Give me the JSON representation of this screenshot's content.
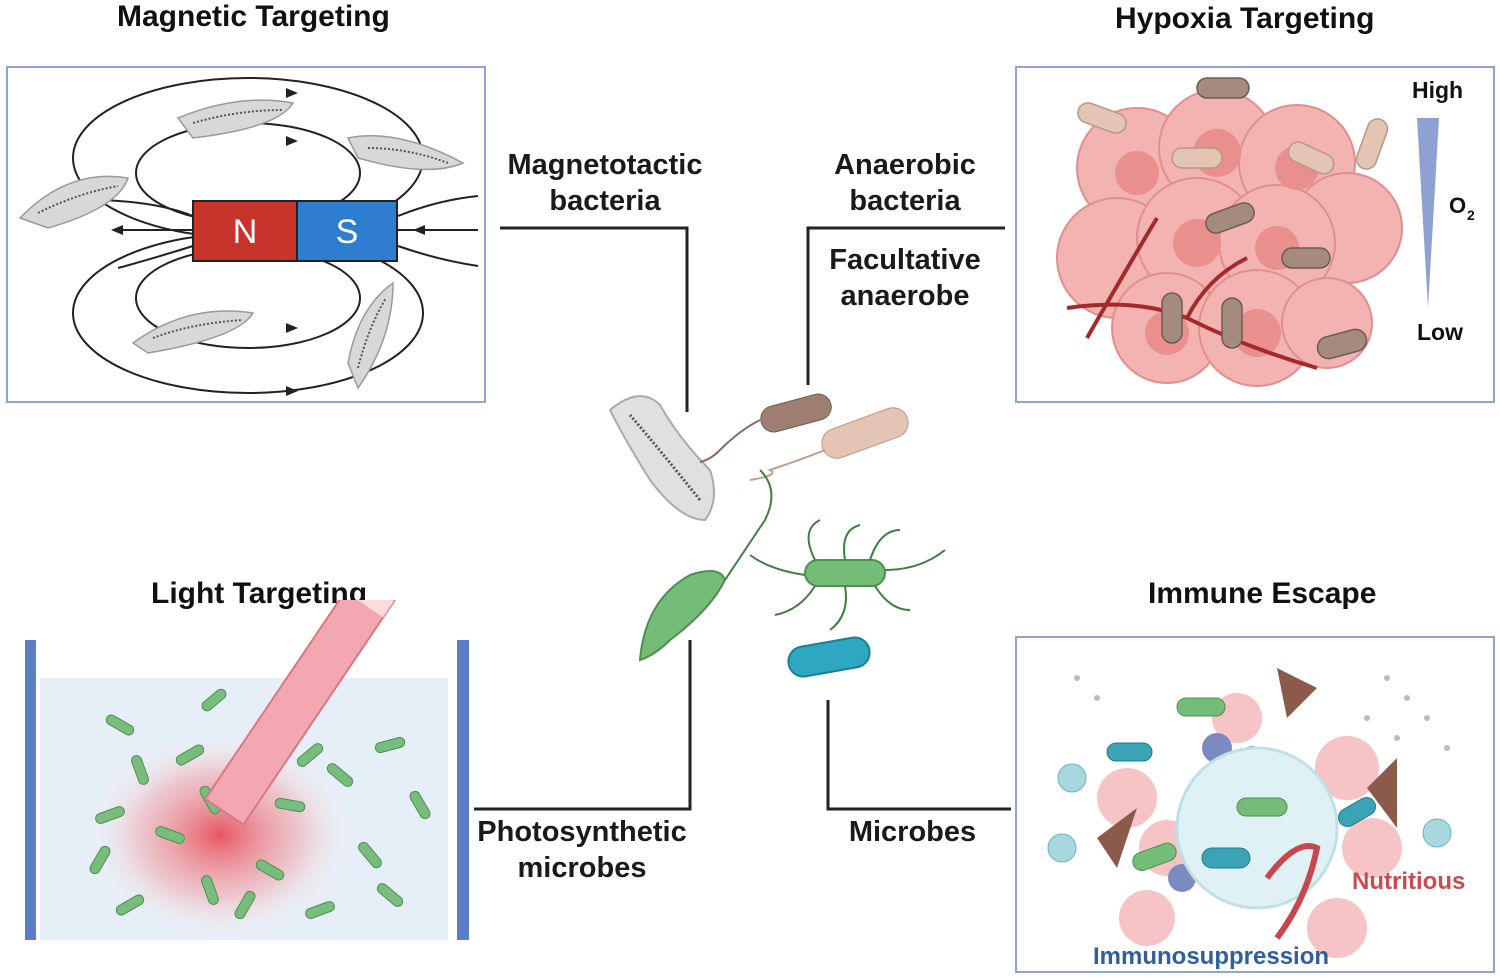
{
  "titles": {
    "magnetic": "Magnetic Targeting",
    "hypoxia": "Hypoxia Targeting",
    "light": "Light Targeting",
    "immune": "Immune Escape"
  },
  "labels": {
    "magnetotactic_line1": "Magnetotactic",
    "magnetotactic_line2": "bacteria",
    "anaerobic_line1": "Anaerobic",
    "anaerobic_line2": "bacteria",
    "facultative_line1": "Facultative",
    "facultative_line2": "anaerobe",
    "photosynthetic_line1": "Photosynthetic",
    "photosynthetic_line2": "microbes",
    "microbes": "Microbes"
  },
  "magnet": {
    "north": "N",
    "south": "S",
    "north_color": "#c8332c",
    "south_color": "#2e7dd1"
  },
  "oxygen": {
    "high": "High",
    "low": "Low",
    "symbol": "O",
    "subscript": "2"
  },
  "immune_panel": {
    "nutritious": "Nutritious",
    "immunosuppression": "Immunosuppression",
    "nutritious_color": "#c94b52",
    "immunosuppression_color": "#2f5fa0"
  },
  "colors": {
    "panel_border": "#8fa4d4",
    "connector": "#222222",
    "tumor": "#efaaa8",
    "green_bacteria": "#6fbf73",
    "blue_bacteria": "#2ea7c0"
  }
}
